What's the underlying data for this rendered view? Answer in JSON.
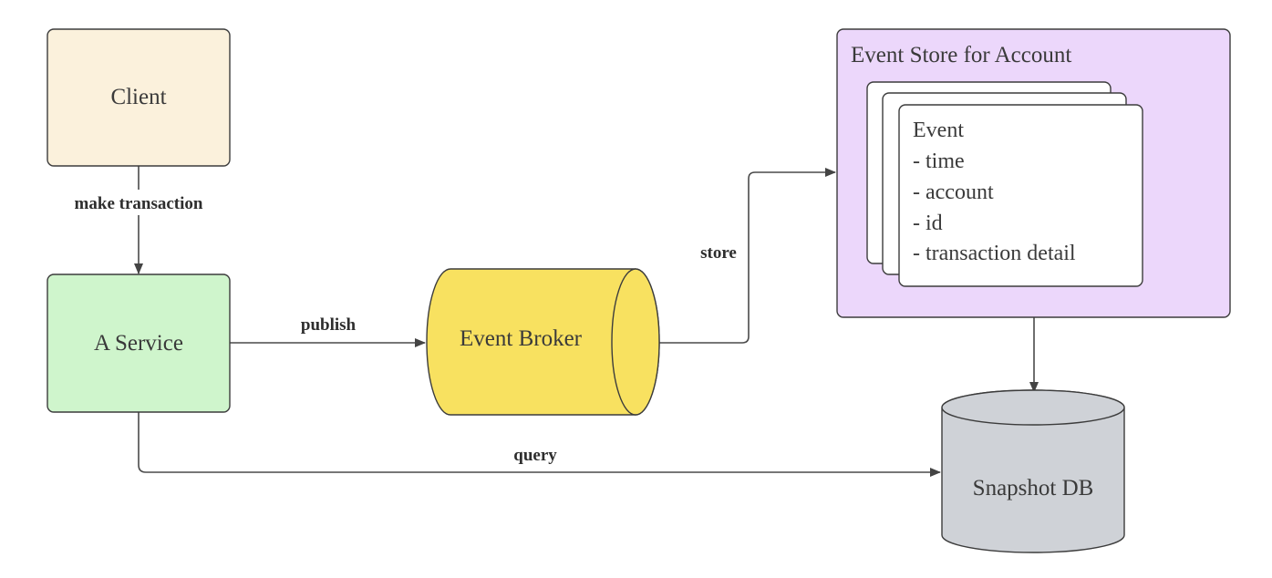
{
  "nodes": {
    "client": {
      "label": "Client",
      "fill": "#fbf1dc"
    },
    "service": {
      "label": "A Service",
      "fill": "#cff5cc"
    },
    "broker": {
      "label": "Event Broker",
      "fill": "#f8e160"
    },
    "store": {
      "label": "Event Store for Account",
      "fill": "#ecd7fb"
    },
    "snapshot": {
      "label": "Snapshot DB",
      "fill": "#cfd2d7"
    }
  },
  "event_card": {
    "title": "Event",
    "fields": [
      "- time",
      "- account",
      "- id",
      "- transaction detail"
    ]
  },
  "edges": {
    "make_transaction": "make transaction",
    "publish": "publish",
    "store": "store",
    "query": "query"
  }
}
